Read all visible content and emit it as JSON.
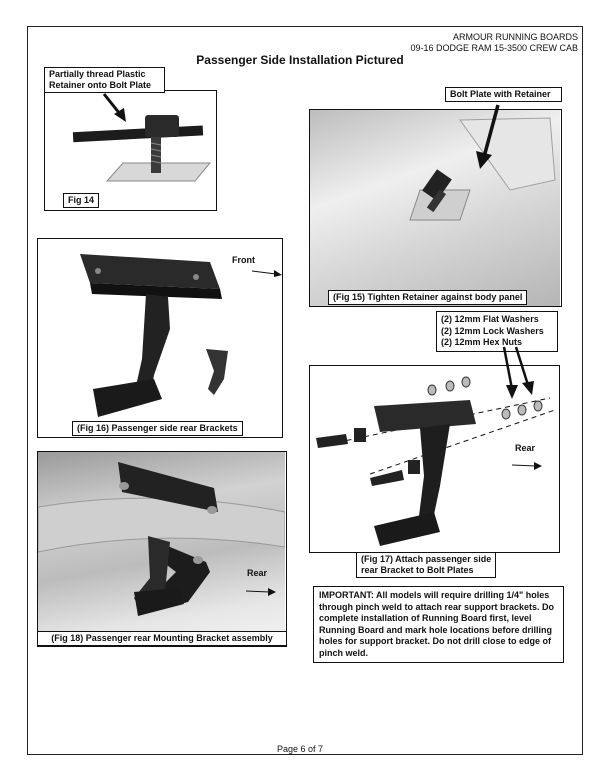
{
  "header": {
    "brand": "ARMOUR RUNNING BOARDS",
    "model": "09-16 DODGE RAM 15-3500 CREW CAB"
  },
  "title": "Passenger Side Installation Pictured",
  "fig14": {
    "callout": "Partially thread Plastic\nRetainer onto Bolt Plate",
    "caption": "Fig 14"
  },
  "fig15": {
    "callout": "Bolt Plate with Retainer",
    "caption": "(Fig 15) Tighten Retainer against body panel"
  },
  "fig16": {
    "direction_label": "Front",
    "caption": "(Fig 16) Passenger side rear Brackets"
  },
  "hardware": {
    "items": [
      "(2) 12mm Flat Washers",
      "(2) 12mm Lock Washers",
      "(2) 12mm Hex Nuts"
    ]
  },
  "fig17": {
    "direction_label": "Rear",
    "caption": "(Fig 17) Attach passenger side\nrear Bracket to Bolt Plates"
  },
  "fig18": {
    "direction_label": "Rear",
    "caption": "(Fig 18) Passenger rear Mounting Bracket assembly"
  },
  "important_note": "IMPORTANT: All models will require drilling 1/4\" holes through pinch weld to attach rear support brackets. Do complete installation of Running Board first, level Running Board and mark hole locations before drilling holes for support bracket. Do not drill close to edge of pinch weld.",
  "footer": "Page 6 of 7"
}
